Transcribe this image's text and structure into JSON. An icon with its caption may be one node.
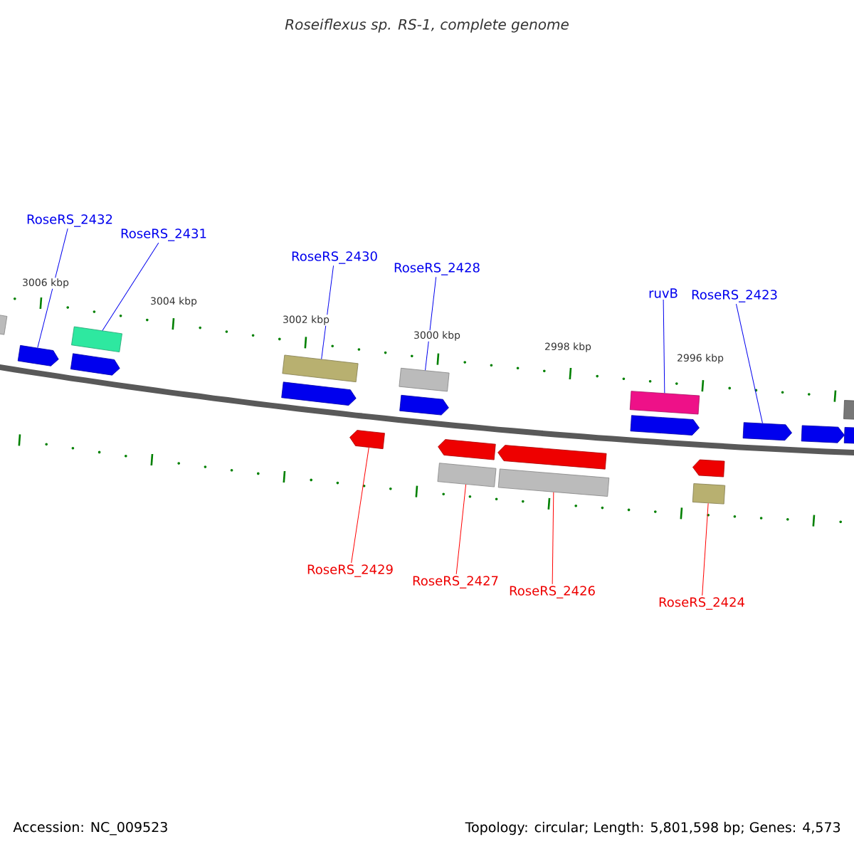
{
  "diagram": {
    "title": "Roseiflexus sp. RS-1, complete genome",
    "nodes": [
      {
        "text": [
          "RoseRS_2432"
        ]
      },
      {
        "text": [
          "RoseRS_2431"
        ]
      },
      {
        "text": [
          "RoseRS_2430"
        ]
      },
      {
        "text": [
          "RoseRS_2428"
        ]
      },
      {
        "text": [
          "ruvB"
        ]
      },
      {
        "text": [
          "RoseRS_2423"
        ]
      },
      {
        "text": [
          "RoseRS_2429"
        ]
      },
      {
        "text": [
          "RoseRS_2427"
        ]
      },
      {
        "text": [
          "RoseRS_2426"
        ]
      },
      {
        "text": [
          "RoseRS_2424"
        ]
      },
      {
        "text": [],
        "shape": "pentagon"
      },
      {
        "text": [],
        "shape": "box"
      },
      {
        "text": [],
        "shape": "box"
      },
      {
        "text": [],
        "shape": "box"
      },
      {
        "text": [],
        "shape": "box"
      },
      {
        "text": [],
        "shape": "pentagon"
      },
      {
        "text": [],
        "shape": "pentagon"
      },
      {
        "text": [],
        "shape": "box"
      },
      {
        "text": [],
        "shape": "box"
      },
      {
        "text": [],
        "shape": "box"
      },
      {
        "text": [],
        "shape": "pentagon"
      },
      {
        "text": [],
        "shape": "pentagon"
      },
      {
        "text": [],
        "shape": "pentagon"
      },
      {
        "text": [],
        "shape": "pentagon"
      },
      {
        "text": [],
        "shape": "pentagon"
      },
      {
        "text": [],
        "shape": "pentagon"
      },
      {
        "text": [],
        "shape": "box"
      },
      {
        "text": [],
        "shape": "box"
      },
      {
        "text": [],
        "shape": "pentagon"
      },
      {
        "text": [],
        "shape": "pentagon"
      },
      {
        "text": [],
        "shape": "pentagon"
      }
    ],
    "edges": [
      {
        "from": 0,
        "to": 10,
        "arrow": "none"
      },
      {
        "from": 1,
        "to": 11,
        "arrow": "none"
      },
      {
        "from": 2,
        "to": 12,
        "arrow": "none"
      },
      {
        "from": 3,
        "to": 13,
        "arrow": "none"
      },
      {
        "from": 4,
        "to": 14,
        "arrow": "none"
      },
      {
        "from": 5,
        "to": 15,
        "arrow": "none"
      },
      {
        "from": 6,
        "to": 16,
        "arrow": "none",
        "color": "#ff0000"
      },
      {
        "from": 7,
        "to": 17,
        "arrow": "none",
        "color": "#ff0000"
      },
      {
        "from": 8,
        "to": 18,
        "arrow": "none",
        "color": "#ff0000"
      },
      {
        "from": 9,
        "to": 19,
        "arrow": "none",
        "color": "#ff0000"
      }
    ],
    "labels": [
      "3006 kbp",
      "3004 kbp",
      "3002 kbp",
      "3000 kbp",
      "2998 kbp",
      "2996 kbp",
      "Accession: NC_009523",
      "Topology: circular; Length: 5,801,598 bp; Genes: 4,573"
    ]
  }
}
